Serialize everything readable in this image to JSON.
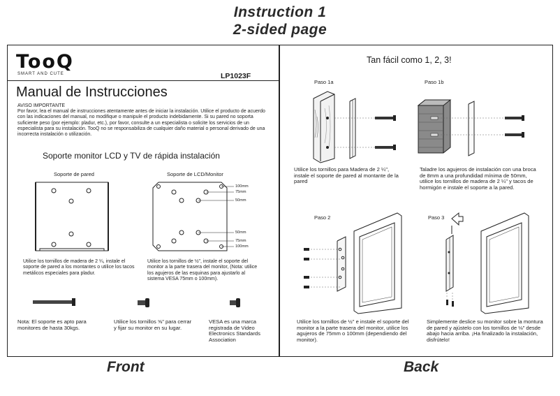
{
  "header": {
    "line1": "Instruction 1",
    "line2": "2-sided page"
  },
  "front": {
    "brand": "TooQ",
    "tagline": "SMART AND CUTE",
    "model": "LP1023F",
    "title": "Manual de Instrucciones",
    "notice_title": "AVISO IMPORTANTE",
    "notice_text": "Por favor, lea el manual de instrucciones atentamente antes de iniciar la instalación. Utilice el producto de acuerdo con las indicaciones del manual, no modifique o manipule el producto indebidamente. Si su pared no soporta suficiente peso (por ejemplo: pladur, etc.), por favor, consulte a un especialista o solicite los servicios de un especialista para su instalación. TooQ no se responsabiliza de cualquier daño material o personal derivado de una  incorrecta instalación o utilización.",
    "subtitle": "Soporte monitor LCD y TV de rápida instalación",
    "wall_label": "Soporte de pared",
    "monitor_label": "Soporte de LCD/Monitor",
    "dims": [
      "100mm",
      "75mm",
      "50mm",
      "50mm",
      "75mm",
      "100mm"
    ],
    "wall_caption": "Utilice los tornillos de madera de 2 ¼, instale el soporte de pared a los montantes o utilice los tacos metálicos especiales para pladur.",
    "monitor_caption": "Utilice los tornillos de ½\", instale el soporte del monitor a la parte trasera del monitor, (Nota: utilice los agujeros de las esquinas para ajustarlo al sistema VESA 75mm o 100mm).",
    "note1": "Nota: El soporte es apto para monitores de hasta 30kgs.",
    "note2": "Utilice los tornillos ⅝\" para cerrar  y fijar su monitor en su lugar.",
    "note3": "VESA es una marca registrada de Video Electronics Standards Association"
  },
  "back": {
    "title": "Tan fácil como 1, 2, 3!",
    "step1a_label": "Paso 1a",
    "step1b_label": "Paso 1b",
    "step2_label": "Paso 2",
    "step3_label": "Paso 3",
    "step1a_text": "Utilice los tornillos para Madera de 2 ¼\", instale el soporte de pared al montante de la pared",
    "step1b_text": "Taladre los agujeros de instalación con una broca de 8mm a una profundidad mínima de 50mm,  utilice los tornillos de madera de 2 ¼\" y tacos de hormigón e instale el soporte a la pared.",
    "step2_text": "Utilice los tornillos de ½\" e instale el soporte del monitor a la parte trasera del monitor, utilice los agujeros de 75mm o 100mm (dependiendo del monitor).",
    "step3_text": "Simplemente deslice su monitor sobre la montura de pared y ajústelo con los tornillos de ⅛\" desde abajo hacia arriba. ¡Ha finalizado la instalación, disfrútelo!"
  },
  "footer": {
    "front": "Front",
    "back": "Back"
  }
}
